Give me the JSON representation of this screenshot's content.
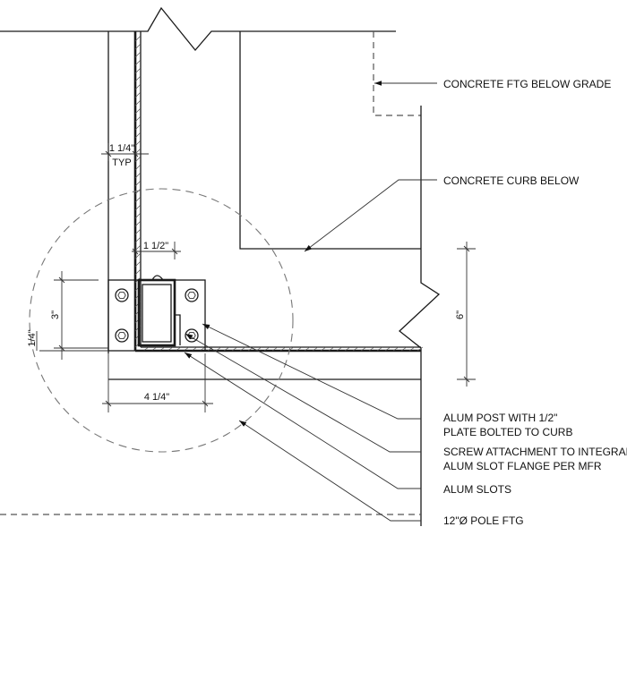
{
  "callouts": [
    {
      "id": "concrete-ftg",
      "lines": [
        "CONCRETE FTG BELOW GRADE"
      ]
    },
    {
      "id": "concrete-curb",
      "lines": [
        "CONCRETE CURB BELOW"
      ]
    },
    {
      "id": "alum-post",
      "lines": [
        "ALUM POST WITH 1/2\"",
        "PLATE BOLTED TO CURB"
      ]
    },
    {
      "id": "screw-attachment",
      "lines": [
        "SCREW ATTACHMENT TO INTEGRAL",
        "ALUM SLOT FLANGE PER MFR"
      ]
    },
    {
      "id": "alum-slots",
      "lines": [
        "ALUM SLOTS"
      ]
    },
    {
      "id": "pole-ftg",
      "lines": [
        "12\"Ø POLE FTG"
      ]
    }
  ],
  "dimensions": {
    "wall_thickness": "1 1/4\"",
    "wall_thickness_note": "TYP",
    "post_width": "1 1/2\"",
    "plate_height": "3\"",
    "plate_offset": "1/4\"",
    "plate_width": "4 1/4\"",
    "curb_height": "6\""
  }
}
